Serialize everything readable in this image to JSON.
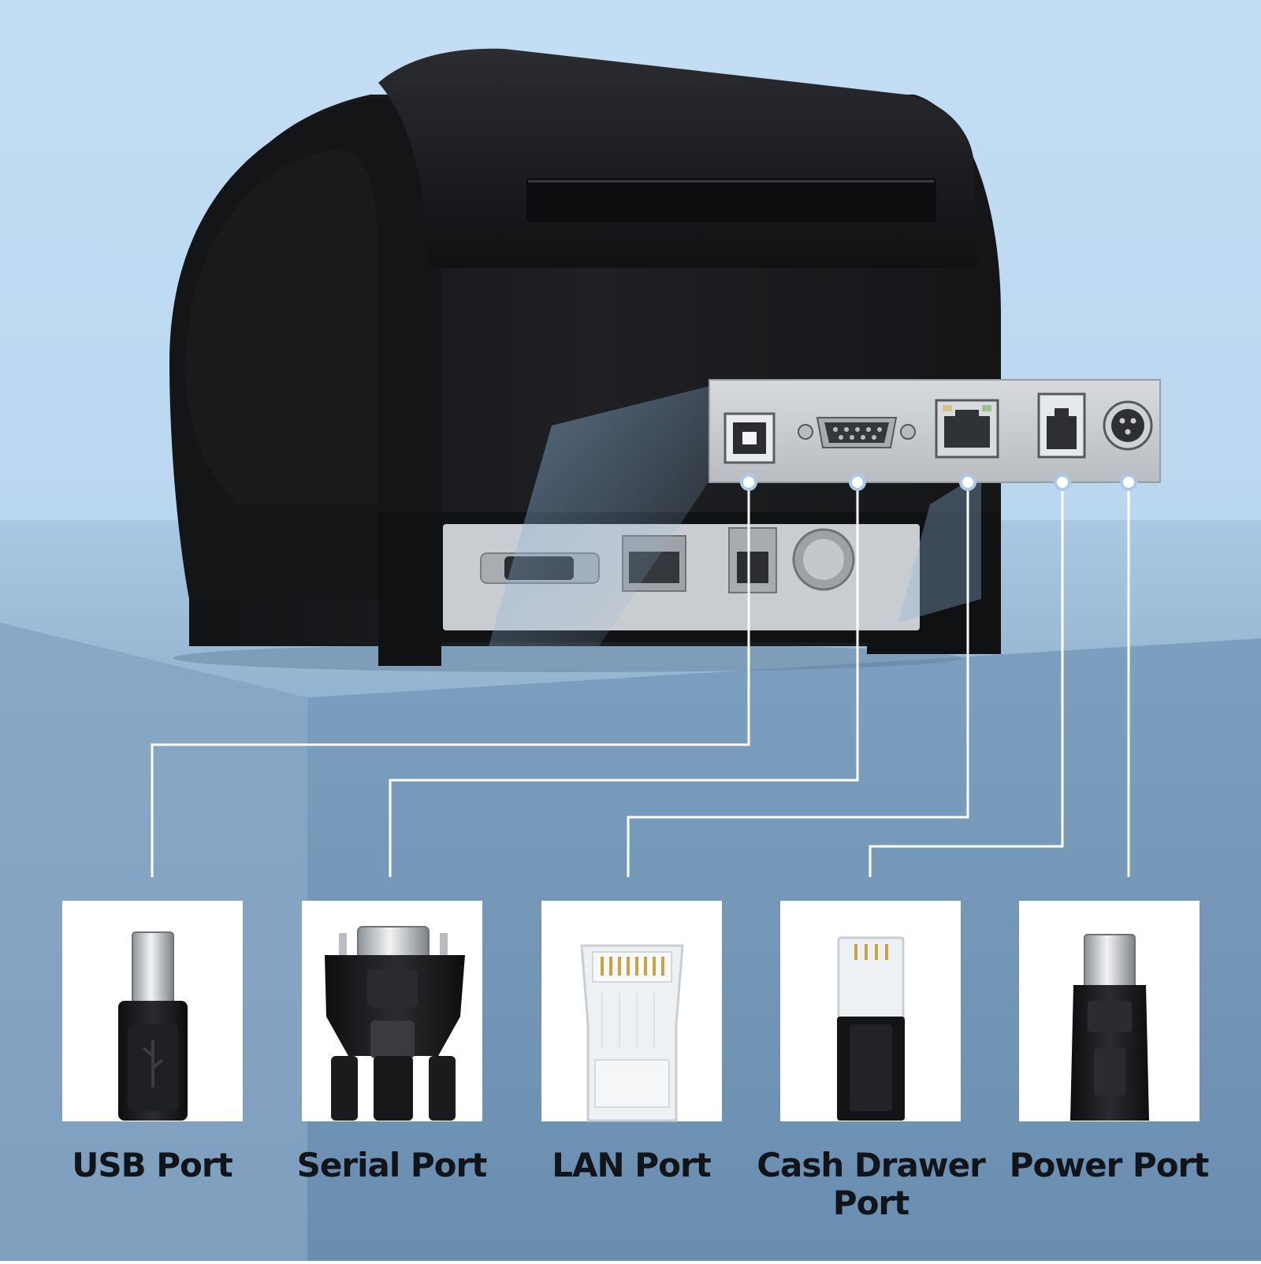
{
  "ports": [
    {
      "name": "USB Port",
      "connector_icon": "usb-b-plug-icon"
    },
    {
      "name": "Serial Port",
      "connector_icon": "db9-serial-plug-icon"
    },
    {
      "name": "LAN Port",
      "connector_icon": "rj45-plug-icon"
    },
    {
      "name": "Cash Drawer Port",
      "connector_icon": "rj11-plug-icon"
    },
    {
      "name": "Power Port",
      "connector_icon": "din-power-plug-icon"
    }
  ],
  "colors": {
    "background_top": "#bcd9f1",
    "background_floor": "#8fb0cc",
    "background_lower": "#6e92b4",
    "printer_body": "#1b1c1e",
    "callout_line": "#ffffff",
    "label_text": "#111418"
  }
}
